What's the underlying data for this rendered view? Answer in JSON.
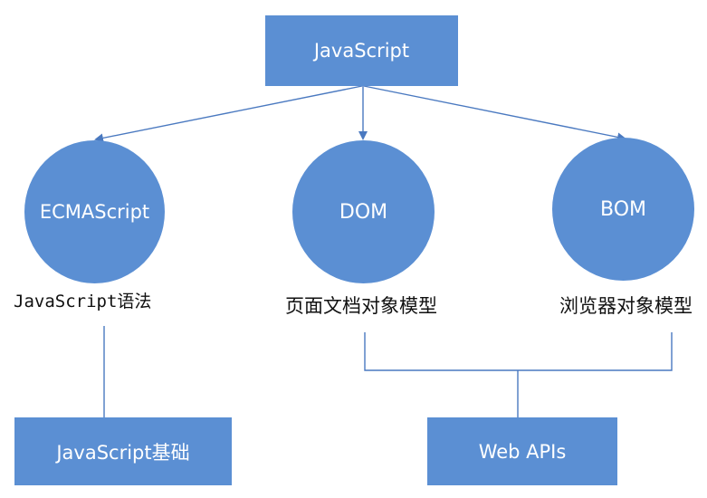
{
  "colors": {
    "node_fill": "#5b8fd3",
    "connector": "#4a79c0",
    "caption_text": "#111111",
    "node_text": "#ffffff"
  },
  "nodes": {
    "javascript": "JavaScript",
    "ecmascript": "ECMAScript",
    "dom": "DOM",
    "bom": "BOM",
    "javascript_basics": "JavaScript基础",
    "web_apis": "Web APIs"
  },
  "captions": {
    "ecmascript": "JavaScript语法",
    "dom": "页面文档对象模型",
    "bom": "浏览器对象模型"
  }
}
